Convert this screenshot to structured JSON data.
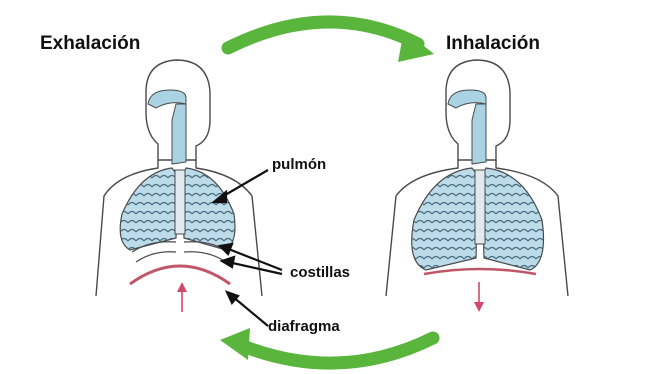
{
  "titles": {
    "exhale": "Exhalación",
    "inhale": "Inhalación"
  },
  "labels": {
    "lung": "pulmón",
    "ribs": "costillas",
    "diaphragm": "diafragma"
  },
  "colors": {
    "cycle_arrow": "#5ab53c",
    "airway": "#a9d3e3",
    "lung_fill": "#bcdcea",
    "outline": "#4a4a4a",
    "diaphragm": "#c0566a",
    "movement_arrow": "#d4486a"
  },
  "icons": {
    "cycle_top": "curved-arrow-right-icon",
    "cycle_bottom": "curved-arrow-left-icon",
    "exhale_movement": "arrow-up-icon",
    "inhale_movement": "arrow-down-icon"
  }
}
